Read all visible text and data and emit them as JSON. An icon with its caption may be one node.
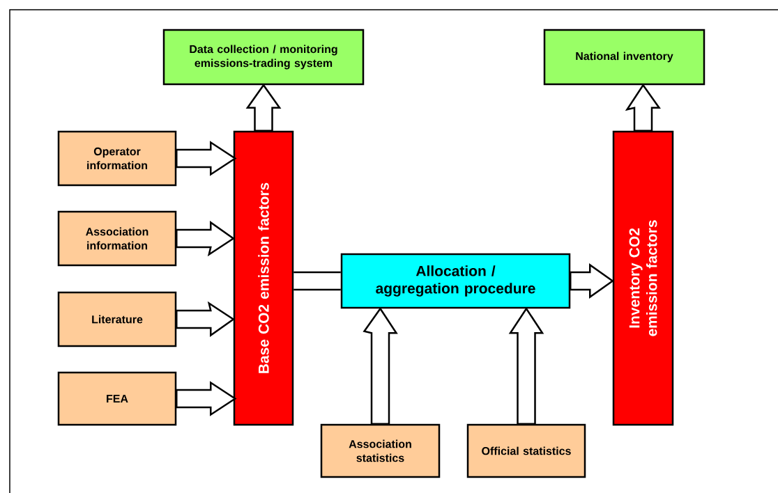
{
  "diagram": {
    "nodes": [
      {
        "text": [
          "Data collection / monitoring emissions-trading system"
        ]
      },
      {
        "text": [
          "National inventory"
        ]
      },
      {
        "text": [
          "Operator information"
        ]
      },
      {
        "text": [
          "Association information"
        ]
      },
      {
        "text": [
          "Literature"
        ]
      },
      {
        "text": [
          "FEA"
        ]
      },
      {
        "text": [
          "Base CO2 emission factors"
        ]
      },
      {
        "text": [
          "Allocation / aggregation procedure"
        ]
      },
      {
        "text": [
          "Inventory CO2 emission factors"
        ]
      },
      {
        "text": [
          "Association statistics"
        ]
      },
      {
        "text": [
          "Official statistics"
        ]
      }
    ],
    "edges": [
      {
        "from": 6,
        "to": 0,
        "arrow": "to"
      },
      {
        "from": 8,
        "to": 1,
        "arrow": "to"
      },
      {
        "from": 2,
        "to": 6,
        "arrow": "to"
      },
      {
        "from": 3,
        "to": 6,
        "arrow": "to"
      },
      {
        "from": 4,
        "to": 6,
        "arrow": "to"
      },
      {
        "from": 5,
        "to": 6,
        "arrow": "to"
      },
      {
        "from": 6,
        "to": 7,
        "arrow": "none"
      },
      {
        "from": 7,
        "to": 8,
        "arrow": "to"
      },
      {
        "from": 9,
        "to": 7,
        "arrow": "to"
      },
      {
        "from": 10,
        "to": 7,
        "arrow": "to"
      }
    ]
  }
}
